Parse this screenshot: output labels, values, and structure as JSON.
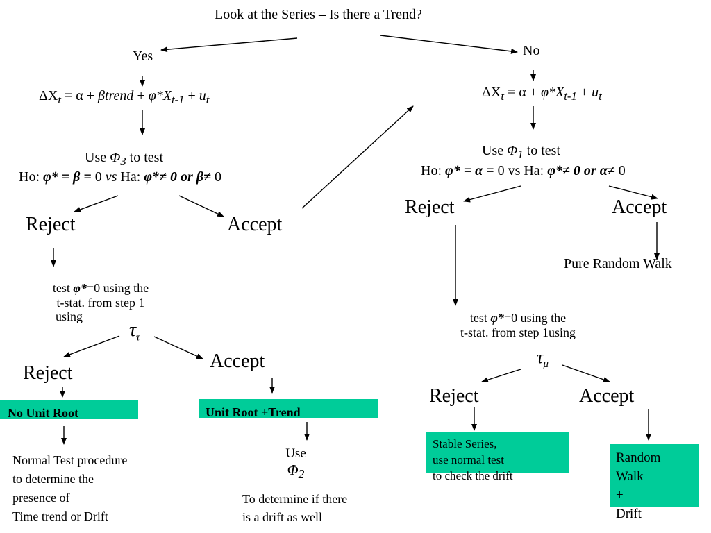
{
  "title": "Look at the Series – Is there a Trend?",
  "left": {
    "branch": "Yes",
    "equation": {
      "p1": "ΔX",
      "p1sub": "t",
      "p2": " = α + ",
      "p3": "βtrend",
      "p4": " + ",
      "p5": "φ*X",
      "p5sub": "t-1",
      "p6": " + ",
      "p7": "u",
      "p7sub": "t"
    },
    "use": {
      "pre": "Use ",
      "sym": "Φ",
      "sub": "3",
      "post": " to test"
    },
    "hypothesis": {
      "ho": "Ho: ",
      "ho_expr": "φ* = β = ",
      "zero1": "0 ",
      "vs": "vs",
      "ha": " Ha: ",
      "ha_expr": "φ*≠  0 or β≠ ",
      "zero2": " 0"
    },
    "reject": "Reject",
    "accept": "Accept",
    "test": {
      "line1_pre": "test ",
      "line1_sym": "φ*",
      "line1_post": "=0 using the",
      "line2": "t-stat. from step 1",
      "line3": "using"
    },
    "tau": {
      "sym": "τ",
      "sub": "τ"
    },
    "reject2": "Reject",
    "accept2": "Accept",
    "no_unit_root": "No Unit Root",
    "unit_root_trend": "Unit Root +Trend",
    "normal_test": "Normal Test procedure\nto determine the\npresence of\nTime trend or Drift",
    "use_phi2": {
      "pre": "Use",
      "sym": "Φ",
      "sub": "2"
    },
    "drift_text": "To determine if there\n is a drift as well"
  },
  "right": {
    "branch": "No",
    "equation": {
      "p1": "ΔX",
      "p1sub": "t",
      "p2": " = α + ",
      "p5": "φ*X",
      "p5sub": "t-1",
      "p6": " + ",
      "p7": "u",
      "p7sub": "t"
    },
    "use": {
      "pre": "Use ",
      "sym": "Φ",
      "sub": "1",
      "post": " to test"
    },
    "hypothesis": {
      "ho": "Ho: ",
      "ho_expr": "φ* = α = ",
      "zero1": "0 vs Ha: ",
      "ha_expr": "φ*≠  0 or α≠ ",
      "zero2": " 0"
    },
    "reject": "Reject",
    "accept": "Accept",
    "pure_random_walk": "Pure Random Walk",
    "test": {
      "line1_pre": "test ",
      "line1_sym": "φ*",
      "line1_post": "=0  using the",
      "line2": "t-stat. from step 1using"
    },
    "tau": {
      "sym": "τ",
      "sub": "μ"
    },
    "reject2": "Reject",
    "accept2": "Accept",
    "stable_series": "Stable Series,\nuse normal test\nto check the drift",
    "random_walk_drift": "Random\nWalk\n+\nDrift"
  },
  "colors": {
    "box": "#00cc99",
    "text": "#000000",
    "background": "#ffffff"
  }
}
